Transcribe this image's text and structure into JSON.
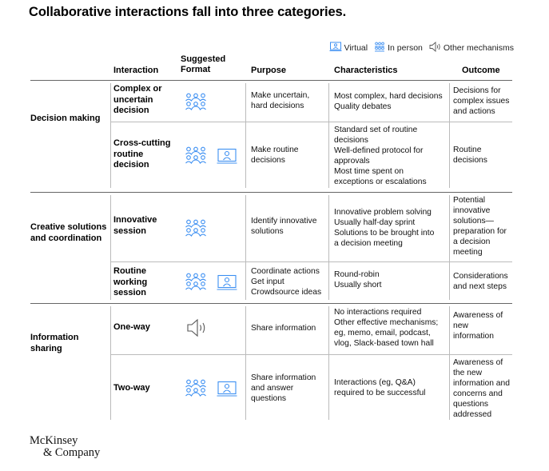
{
  "title": "Collaborative interactions fall into three categories.",
  "legend": {
    "virtual": "Virtual",
    "in_person": "In person",
    "other": "Other mechanisms"
  },
  "headers": {
    "interaction": "Interaction",
    "format_line1": "Suggested",
    "format_line2": "Format",
    "purpose": "Purpose",
    "characteristics": "Characteristics",
    "outcome": "Outcome"
  },
  "colors": {
    "icon": "#3c8ff2",
    "rule": "#666666"
  },
  "categories": [
    {
      "name": "Decision making",
      "rows": [
        {
          "interaction": [
            "Complex or",
            "uncertain",
            "decision"
          ],
          "format": [
            "in-person-icon"
          ],
          "purpose": [
            "Make uncertain,",
            "hard decisions"
          ],
          "characteristics": [
            "Most complex, hard decisions",
            "Quality debates"
          ],
          "outcome": [
            "Decisions for",
            "complex issues",
            "and actions"
          ]
        },
        {
          "interaction": [
            "Cross-cutting",
            "routine",
            "decision"
          ],
          "format": [
            "in-person-icon",
            "virtual-icon"
          ],
          "purpose": [
            "Make routine",
            "decisions"
          ],
          "characteristics": [
            "Standard set of routine",
            "decisions",
            "Well-defined protocol for",
            "approvals",
            "Most time spent on",
            "exceptions or escalations"
          ],
          "outcome": [
            "Routine",
            "decisions"
          ]
        }
      ]
    },
    {
      "name": [
        "Creative solutions",
        "and coordination"
      ],
      "rows": [
        {
          "interaction": [
            "Innovative",
            "session"
          ],
          "format": [
            "in-person-icon"
          ],
          "purpose": [
            "Identify innovative",
            "solutions"
          ],
          "characteristics": [
            "Innovative problem solving",
            "Usually half-day sprint",
            "Solutions to be brought into",
            "a decision meeting"
          ],
          "outcome": [
            "Potential",
            "innovative",
            "solutions—",
            "preparation for",
            "a decision",
            "meeting"
          ]
        },
        {
          "interaction": [
            "Routine",
            "working",
            "session"
          ],
          "format": [
            "in-person-icon",
            "virtual-icon"
          ],
          "purpose": [
            "Coordinate actions",
            "Get input",
            "Crowdsource ideas"
          ],
          "characteristics": [
            "Round-robin",
            "Usually short"
          ],
          "outcome": [
            "Considerations",
            "and next steps"
          ]
        }
      ]
    },
    {
      "name": [
        "Information",
        "sharing"
      ],
      "rows": [
        {
          "interaction": [
            "One-way"
          ],
          "format": [
            "other-mechanisms-icon"
          ],
          "purpose": [
            "Share information"
          ],
          "characteristics": [
            "No interactions required",
            "Other effective mechanisms;",
            "eg, memo, email, podcast,",
            "vlog, Slack-based town hall"
          ],
          "outcome": [
            "Awareness of",
            "new",
            "information"
          ]
        },
        {
          "interaction": [
            "Two-way"
          ],
          "format": [
            "in-person-icon",
            "virtual-icon"
          ],
          "purpose": [
            "Share information",
            "and answer",
            "questions"
          ],
          "characteristics": [
            "Interactions (eg, Q&A)",
            "required to be successful"
          ],
          "outcome": [
            "Awareness of",
            "the new",
            "information and",
            "concerns and",
            "questions",
            "addressed"
          ]
        }
      ]
    }
  ],
  "logo": [
    "McKinsey",
    "& Company"
  ]
}
